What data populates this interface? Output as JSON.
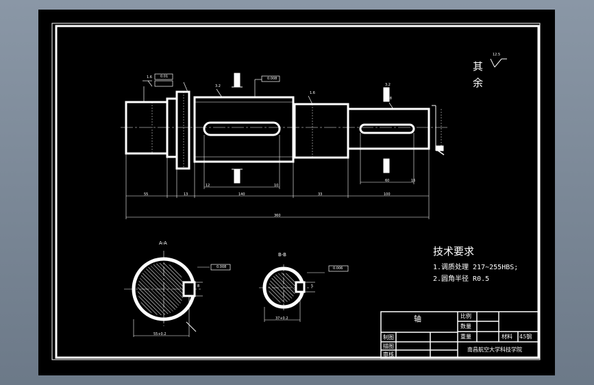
{
  "part_name": "轴",
  "views": {
    "section_a": "A-A",
    "section_b": "B-B"
  },
  "surface_roughness": {
    "label_line1": "其",
    "label_line2": "余",
    "value": "12.5"
  },
  "tech_requirements": {
    "title": "技术要求",
    "items": [
      "1.调质处理 217~255HBS;",
      "2.圆角半径 R0.5"
    ]
  },
  "title_block": {
    "scale_label": "比例",
    "quantity_label": "数量",
    "weight_label": "重量",
    "material_label": "材料",
    "material_value": "45钢",
    "drawn_label": "制图",
    "designed_label": "描图",
    "checked_label": "审核",
    "institution": "南昌航空大学科技学院"
  },
  "dimensions": {
    "overall_length": "360",
    "seg1": "55",
    "seg2": "13",
    "seg3": "140",
    "seg4": "33",
    "seg5": "100",
    "keyway_left": "12",
    "keyway_right": "10",
    "key_a": "16",
    "key_b": "60",
    "sec_a_depth": "8",
    "sec_a_width": "55+0.2",
    "sec_b_depth": "5",
    "sec_b_width": "37+0.2",
    "tol_a": "0.01",
    "tol_b": "0.008",
    "tol_sec_a": "0.008",
    "tol_sec_b": "0.006",
    "ra_1": "1.6",
    "ra_2": "3.2",
    "ra_3": "1.6",
    "ra_4": "0.8",
    "ra_5": "3.2"
  }
}
